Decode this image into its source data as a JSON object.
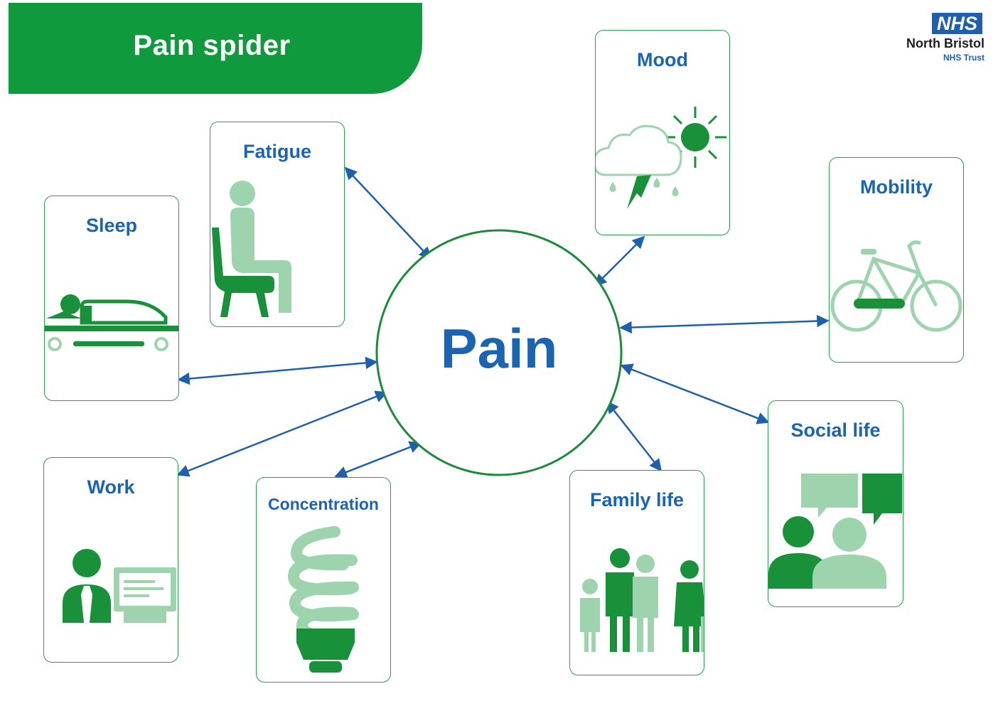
{
  "header": {
    "title": "Pain spider"
  },
  "logo": {
    "badge": "NHS",
    "organisation": "North Bristol",
    "trust": "NHS Trust"
  },
  "hub": {
    "label": "Pain"
  },
  "factors": [
    {
      "id": "fatigue",
      "label": "Fatigue",
      "icon": "seated-person-icon"
    },
    {
      "id": "sleep",
      "label": "Sleep",
      "icon": "person-in-bed-icon"
    },
    {
      "id": "mood",
      "label": "Mood",
      "icon": "storm-cloud-and-sun-icon"
    },
    {
      "id": "mobility",
      "label": "Mobility",
      "icon": "bicycle-icon"
    },
    {
      "id": "social",
      "label": "Social life",
      "icon": "people-speech-bubbles-icon"
    },
    {
      "id": "family",
      "label": "Family life",
      "icon": "family-group-icon"
    },
    {
      "id": "concentration",
      "label": "Concentration",
      "icon": "light-bulb-icon"
    },
    {
      "id": "work",
      "label": "Work",
      "icon": "person-at-computer-icon"
    }
  ],
  "colors": {
    "brand_green": "#0f9a3e",
    "light_green": "#9dd4ae",
    "mid_green": "#27a04a",
    "text_blue": "#1b64b1",
    "arrow_blue": "#1e5fae",
    "nhs_blue": "#1e5fae"
  }
}
